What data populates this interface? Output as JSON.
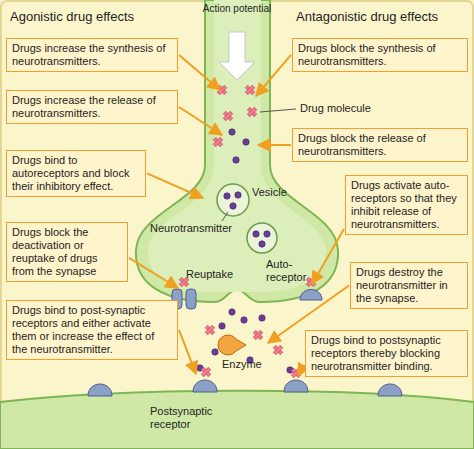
{
  "diagram": {
    "nodes": [
      {
        "text": [
          "Drugs increase the synthesis of neurotransmitters."
        ]
      },
      {
        "text": [
          "Drugs increase the release of neurotransmitters."
        ]
      },
      {
        "text": [
          "Drugs bind to autoreceptors and block their inhibitory effect."
        ]
      },
      {
        "text": [
          "Drugs block the deactivation or reuptake of drugs from the synapse"
        ]
      },
      {
        "text": [
          "Drugs bind to post-synaptic receptors and either activate them or increase the effect of the neurotransmitter."
        ]
      },
      {
        "text": [
          "Drugs block the synthesis of neurotransmitters."
        ]
      },
      {
        "text": [
          "Drugs block the release of neurotransmitters."
        ]
      },
      {
        "text": [
          "Drugs activate auto-receptors so that they inhibit release of neurotransmitters."
        ]
      },
      {
        "text": [
          "Drugs destroy the neurotransmitter in the synapse."
        ]
      },
      {
        "text": [
          "Drugs bind to postsynaptic receptors thereby blocking neurotransmitter binding."
        ]
      }
    ],
    "labels": [
      "Agonistic drug effects",
      "Antagonistic drug effects",
      "Action potential",
      "Drug molecule",
      "Vesicle",
      "Neurotransmitter",
      "Reuptake",
      "Auto-receptor",
      "Enzyme",
      "Postsynaptic receptor"
    ]
  }
}
